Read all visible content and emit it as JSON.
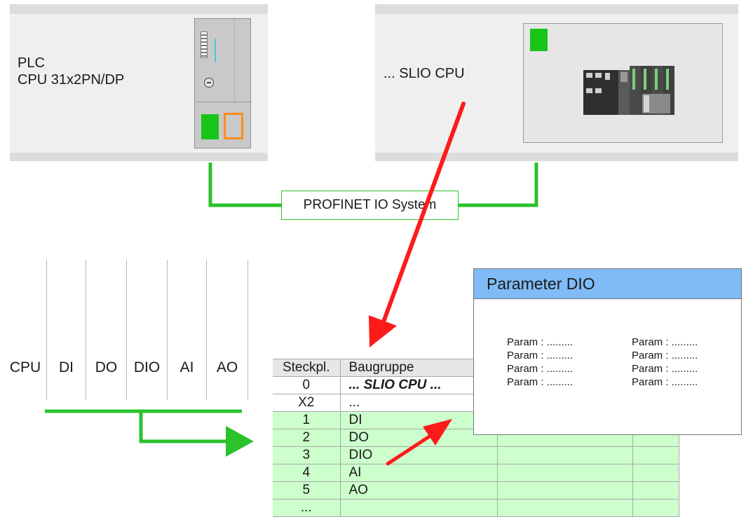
{
  "plc": {
    "line1": "PLC",
    "line2": "CPU 31x2PN/DP"
  },
  "slio": {
    "label": "... SLIO CPU"
  },
  "network": {
    "label": "PROFINET IO System"
  },
  "slots": [
    "CPU",
    "DI",
    "DO",
    "DIO",
    "AI",
    "AO"
  ],
  "param_dialog": {
    "title": "Parameter DIO",
    "rows": [
      [
        "Param : .........",
        "Param : ........."
      ],
      [
        "Param : .........",
        "Param : ........."
      ],
      [
        "Param : .........",
        "Param : ........."
      ],
      [
        "Param : .........",
        "Param : ........."
      ]
    ]
  },
  "config_table": {
    "headers": [
      "Steckpl.",
      "Baugruppe"
    ],
    "rows": [
      {
        "slot": "0",
        "module": "... SLIO CPU ...",
        "style": "white-bold"
      },
      {
        "slot": "X2",
        "module": "...",
        "style": "white"
      },
      {
        "slot": "1",
        "module": "DI",
        "style": "green"
      },
      {
        "slot": "2",
        "module": "DO",
        "style": "green"
      },
      {
        "slot": "3",
        "module": "DIO",
        "style": "green"
      },
      {
        "slot": "4",
        "module": "AI",
        "style": "green"
      },
      {
        "slot": "5",
        "module": "AO",
        "style": "green"
      },
      {
        "slot": "...",
        "module": "",
        "style": "green"
      }
    ]
  },
  "colors": {
    "accent_green": "#2bc22b",
    "arrow_red": "#ff1a1a",
    "table_green": "#ccffcc",
    "dialog_title": "#80bbf7",
    "panel_grey": "#efefef"
  }
}
